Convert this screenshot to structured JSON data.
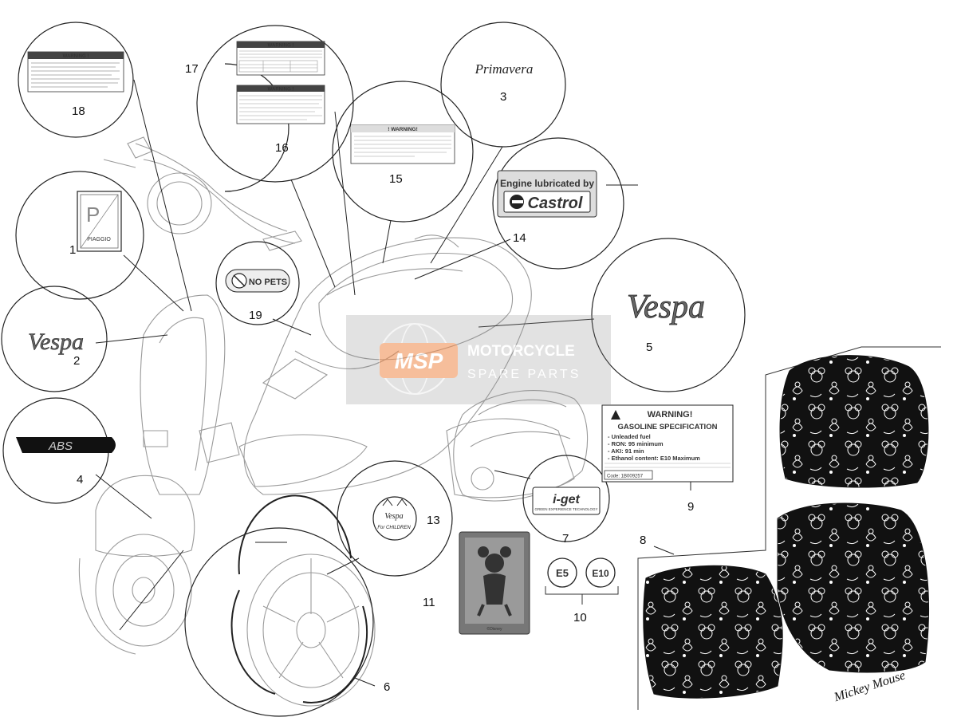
{
  "callouts": [
    {
      "id": "1",
      "label": "1"
    },
    {
      "id": "2",
      "label": "2"
    },
    {
      "id": "3",
      "label": "3"
    },
    {
      "id": "4",
      "label": "4"
    },
    {
      "id": "5",
      "label": "5"
    },
    {
      "id": "6",
      "label": "6"
    },
    {
      "id": "7",
      "label": "7"
    },
    {
      "id": "8",
      "label": "8"
    },
    {
      "id": "9",
      "label": "9"
    },
    {
      "id": "10",
      "label": "10"
    },
    {
      "id": "11",
      "label": "11"
    },
    {
      "id": "13",
      "label": "13"
    },
    {
      "id": "14",
      "label": "14"
    },
    {
      "id": "15",
      "label": "15"
    },
    {
      "id": "16",
      "label": "16"
    },
    {
      "id": "17",
      "label": "17"
    },
    {
      "id": "18",
      "label": "18"
    },
    {
      "id": "19",
      "label": "19"
    }
  ],
  "decals": {
    "piaggio_plate": {
      "text": "PIAGGIO"
    },
    "vespa_logo": {
      "text": "Vespa"
    },
    "abs": {
      "text": "ABS"
    },
    "primavera": {
      "text": "Primavera"
    },
    "no_pets": {
      "text": "NO PETS"
    },
    "castrol": {
      "line1": "Engine lubricated by",
      "brand": "Castrol"
    },
    "warning_title": "WARNING !",
    "warning_15_title": "! WARNING!",
    "gasoline": {
      "title": "WARNING!",
      "heading": "GASOLINE SPECIFICATION",
      "lines": [
        "- Unleaded fuel",
        "- RON: 95 minimum",
        "- AKI: 91 min",
        "- Ethanol content: E10 Maximum"
      ],
      "note": "The use of different specification can seriously damage the engine and the fuel system and will void manufacturer's warranty",
      "code": "Code: 1B009257"
    },
    "e5": "E5",
    "e10": "E10",
    "iget": {
      "brand": "i-get",
      "tag": "GREEN EXPERIENCE TECHNOLOGY"
    },
    "vespa_children": {
      "line1": "Vespa",
      "line2": "For CHILDREN"
    },
    "mickey_signature": "Mickey Mouse",
    "disney": "©Disney"
  },
  "watermark": {
    "line1": "MOTORCYCLE",
    "line2": "SPARE PARTS",
    "badge": "MSP"
  },
  "colors": {
    "line": "#222222",
    "light": "#9a9a9a",
    "black": "#111111",
    "watermark": "#8a8a8a",
    "watermark_accent": "#f08a4b"
  }
}
